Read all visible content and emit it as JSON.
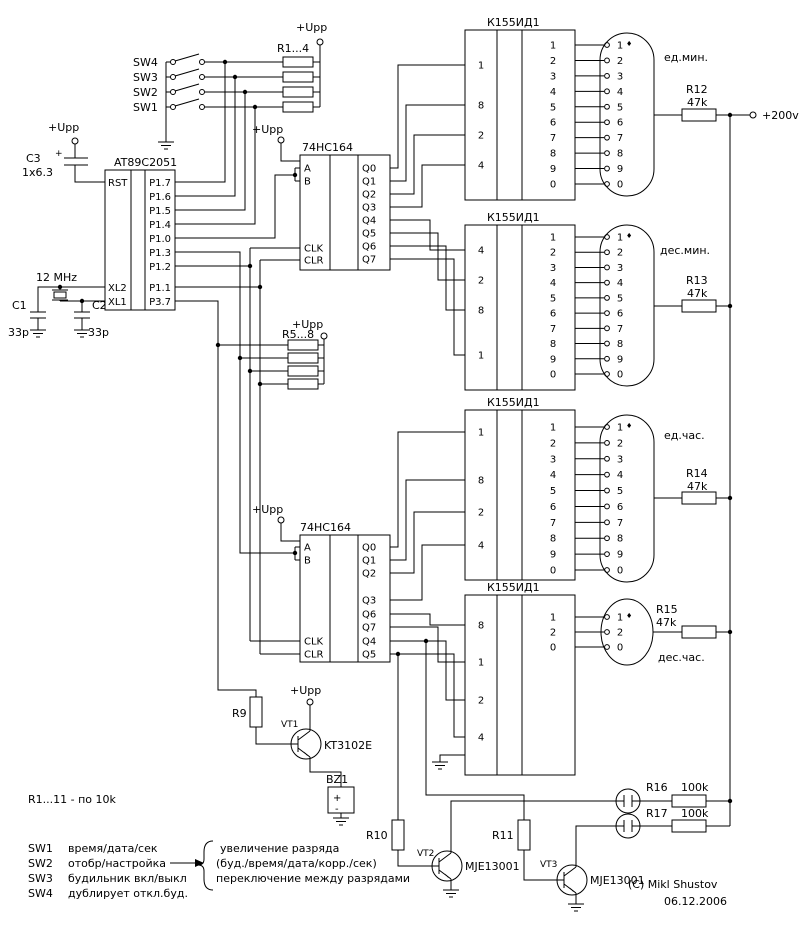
{
  "power": {
    "upp": "+Upp",
    "hv": "+200v"
  },
  "pullups": {
    "top": "R1...4",
    "mid": "R5...8"
  },
  "switches": {
    "sw4": "SW4",
    "sw3": "SW3",
    "sw2": "SW2",
    "sw1": "SW1"
  },
  "reset": {
    "cap": "C3",
    "value": "1x6.3",
    "plus": "+"
  },
  "osc": {
    "freq": "12 MHz",
    "c1": "C1",
    "c1v": "33p",
    "c2": "C2",
    "c2v": "33p"
  },
  "mcu": {
    "title": "AT89C2051",
    "left_pins": [
      "RST",
      "XL2",
      "XL1"
    ],
    "right_pins": [
      "P1.7",
      "P1.6",
      "P1.5",
      "P1.4",
      "P1.0",
      "P1.3",
      "P1.2",
      "P1.1",
      "P3.7"
    ]
  },
  "shift_registers": [
    {
      "title": "74HC164",
      "left_pins": [
        "A",
        "B",
        "CLK",
        "CLR"
      ],
      "right_pins": [
        "Q0",
        "Q1",
        "Q2",
        "Q3",
        "Q4",
        "Q5",
        "Q6",
        "Q7"
      ]
    },
    {
      "title": "74HC164",
      "left_pins": [
        "A",
        "B",
        "CLK",
        "CLR"
      ],
      "right_pins": [
        "Q0",
        "Q1",
        "Q2",
        "Q3",
        "Q6",
        "Q7",
        "Q4",
        "Q5"
      ]
    }
  ],
  "decoders": [
    {
      "title": "К155ИД1",
      "inputs": [
        "1",
        "8",
        "2",
        "4"
      ],
      "outputs": [
        "1",
        "2",
        "3",
        "4",
        "5",
        "6",
        "7",
        "8",
        "9",
        "0"
      ]
    },
    {
      "title": "К155ИД1",
      "inputs": [
        "4",
        "2",
        "8",
        "1"
      ],
      "outputs": [
        "1",
        "2",
        "3",
        "4",
        "5",
        "6",
        "7",
        "8",
        "9",
        "0"
      ]
    },
    {
      "title": "К155ИД1",
      "inputs": [
        "1",
        "8",
        "2",
        "4"
      ],
      "outputs": [
        "1",
        "2",
        "3",
        "4",
        "5",
        "6",
        "7",
        "8",
        "9",
        "0"
      ]
    },
    {
      "title": "К155ИД1",
      "inputs": [
        "8",
        "1",
        "2",
        "4"
      ],
      "outputs": [
        "1",
        "2",
        "0"
      ]
    }
  ],
  "tubes": [
    {
      "label": "ед.мин.",
      "digits": [
        "1",
        "2",
        "3",
        "4",
        "5",
        "6",
        "7",
        "8",
        "9",
        "0"
      ],
      "marker": "♦"
    },
    {
      "label": "дес.мин.",
      "digits": [
        "1",
        "2",
        "3",
        "4",
        "5",
        "6",
        "7",
        "8",
        "9",
        "0"
      ],
      "marker": "♦"
    },
    {
      "label": "ед.час.",
      "digits": [
        "1",
        "2",
        "3",
        "4",
        "5",
        "6",
        "7",
        "8",
        "9",
        "0"
      ],
      "marker": "♦"
    },
    {
      "label": "дес.час.",
      "digits": [
        "1",
        "2",
        "0"
      ],
      "marker": "♦"
    }
  ],
  "anode_resistors": [
    {
      "name": "R12",
      "value": "47k"
    },
    {
      "name": "R13",
      "value": "47k"
    },
    {
      "name": "R14",
      "value": "47k"
    },
    {
      "name": "R15",
      "value": "47k"
    }
  ],
  "lamp_resistors": [
    {
      "name": "R16",
      "value": "100k"
    },
    {
      "name": "R17",
      "value": "100k"
    }
  ],
  "buzzer_driver": {
    "r": "R9",
    "vt": "VT1",
    "part": "KT3102E",
    "buzzer": "BZ1",
    "plus": "+",
    "minus": "-"
  },
  "lamp_drivers": [
    {
      "r": "R10",
      "vt": "VT2",
      "part": "MJE13001"
    },
    {
      "r": "R11",
      "vt": "VT3",
      "part": "MJE13001"
    }
  ],
  "notes": {
    "resistors": "R1...11 - по 10k"
  },
  "legend": {
    "rows": [
      {
        "sw": "SW1",
        "desc": "время/дата/сек"
      },
      {
        "sw": "SW2",
        "desc": "отобр/настройка"
      },
      {
        "sw": "SW3",
        "desc": "будильник вкл/выкл"
      },
      {
        "sw": "SW4",
        "desc": "дублирует откл.буд."
      }
    ],
    "brace": [
      "увеличение разряда",
      "(буд./время/дата/корр./сек)",
      "переключение между разрядами"
    ]
  },
  "credit": {
    "author": "(C) Mikl Shustov",
    "date": "06.12.2006"
  }
}
